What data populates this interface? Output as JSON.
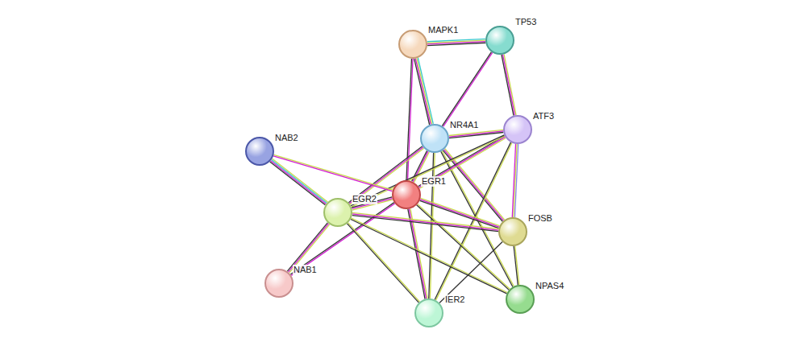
{
  "diagram": {
    "nodes": [
      {
        "text": [
          "MAPK1"
        ]
      },
      {
        "text": [
          "TP53"
        ]
      },
      {
        "text": [
          "NR4A1"
        ]
      },
      {
        "text": [
          "ATF3"
        ]
      },
      {
        "text": [
          "NAB2"
        ]
      },
      {
        "text": [
          "EGR1"
        ]
      },
      {
        "text": [
          "EGR2"
        ]
      },
      {
        "text": [
          "FOSB"
        ]
      },
      {
        "text": [
          "NAB1"
        ]
      },
      {
        "text": [
          "IER2"
        ]
      },
      {
        "text": [
          "NPAS4"
        ]
      }
    ],
    "edges": [
      {
        "from": 0,
        "to": 1,
        "arrow": "none"
      },
      {
        "from": 0,
        "to": 2,
        "arrow": "none"
      },
      {
        "from": 0,
        "to": 5,
        "arrow": "none"
      },
      {
        "from": 1,
        "to": 2,
        "arrow": "none"
      },
      {
        "from": 1,
        "to": 3,
        "arrow": "none"
      },
      {
        "from": 2,
        "to": 3,
        "arrow": "none"
      },
      {
        "from": 2,
        "to": 5,
        "arrow": "none"
      },
      {
        "from": 2,
        "to": 6,
        "arrow": "none"
      },
      {
        "from": 2,
        "to": 7,
        "arrow": "none"
      },
      {
        "from": 2,
        "to": 9,
        "arrow": "none"
      },
      {
        "from": 2,
        "to": 10,
        "arrow": "none"
      },
      {
        "from": 3,
        "to": 5,
        "arrow": "none"
      },
      {
        "from": 3,
        "to": 6,
        "arrow": "none"
      },
      {
        "from": 3,
        "to": 7,
        "arrow": "none"
      },
      {
        "from": 3,
        "to": 9,
        "arrow": "none"
      },
      {
        "from": 4,
        "to": 6,
        "arrow": "none"
      },
      {
        "from": 4,
        "to": 5,
        "arrow": "none"
      },
      {
        "from": 5,
        "to": 6,
        "arrow": "none"
      },
      {
        "from": 5,
        "to": 7,
        "arrow": "none"
      },
      {
        "from": 5,
        "to": 8,
        "arrow": "none"
      },
      {
        "from": 5,
        "to": 9,
        "arrow": "none"
      },
      {
        "from": 5,
        "to": 10,
        "arrow": "none"
      },
      {
        "from": 6,
        "to": 8,
        "arrow": "none"
      },
      {
        "from": 6,
        "to": 7,
        "arrow": "none"
      },
      {
        "from": 6,
        "to": 9,
        "arrow": "none"
      },
      {
        "from": 6,
        "to": 10,
        "arrow": "none"
      },
      {
        "from": 7,
        "to": 10,
        "arrow": "none"
      },
      {
        "from": 7,
        "to": 9,
        "arrow": "none"
      }
    ]
  }
}
